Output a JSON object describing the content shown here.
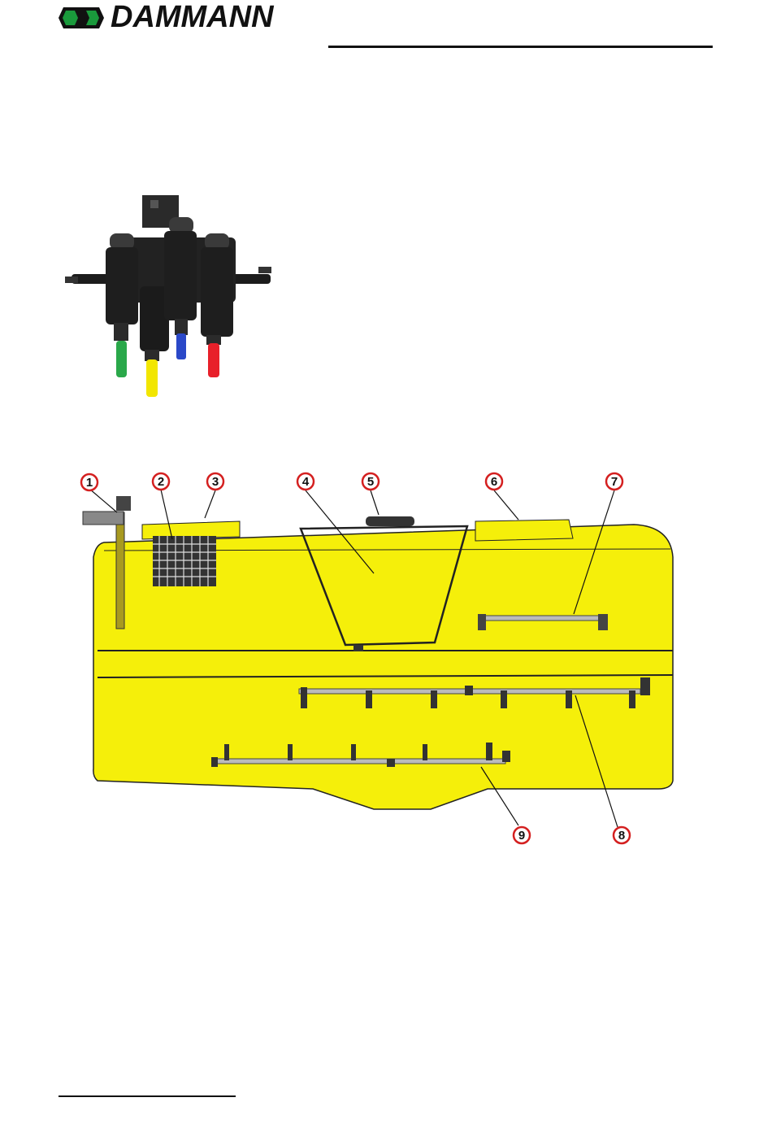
{
  "header": {
    "brand_name": "DAMMANN",
    "logo_icon": "dammann-hexagon-logo-icon",
    "logo_color": "#1a9a3c"
  },
  "nozzle_figure": {
    "nozzle_colors": [
      "#2aa84a",
      "#f2e600",
      "#2a48c8",
      "#e8202a"
    ]
  },
  "tank_figure": {
    "tank_color": "#f5ef0a",
    "callout_color": "#d42020",
    "callouts": [
      "1",
      "2",
      "3",
      "4",
      "5",
      "6",
      "7",
      "8",
      "9"
    ]
  }
}
